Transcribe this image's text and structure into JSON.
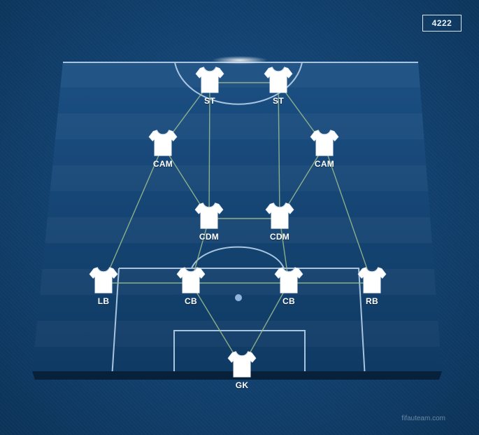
{
  "formation": "4222",
  "watermark": "fifauteam.com",
  "colors": {
    "background": "#113f6c",
    "pitch_dark": "#0f3a63",
    "pitch_light": "#17477a",
    "lines": "#a8c4de",
    "links": "#9fbf8e",
    "shirt": "#ffffff"
  },
  "players": [
    {
      "id": "st_left",
      "position": "ST"
    },
    {
      "id": "st_right",
      "position": "ST"
    },
    {
      "id": "cam_left",
      "position": "CAM"
    },
    {
      "id": "cam_right",
      "position": "CAM"
    },
    {
      "id": "cdm_left",
      "position": "CDM"
    },
    {
      "id": "cdm_right",
      "position": "CDM"
    },
    {
      "id": "lb",
      "position": "LB"
    },
    {
      "id": "cb_left",
      "position": "CB"
    },
    {
      "id": "cb_right",
      "position": "CB"
    },
    {
      "id": "rb",
      "position": "RB"
    },
    {
      "id": "gk",
      "position": "GK"
    }
  ],
  "links": [
    [
      "st_left",
      "st_right"
    ],
    [
      "st_left",
      "cam_left"
    ],
    [
      "st_left",
      "cdm_left"
    ],
    [
      "st_right",
      "cam_right"
    ],
    [
      "st_right",
      "cdm_right"
    ],
    [
      "cam_left",
      "cdm_left"
    ],
    [
      "cam_left",
      "lb"
    ],
    [
      "cam_right",
      "cdm_right"
    ],
    [
      "cam_right",
      "rb"
    ],
    [
      "cdm_left",
      "cdm_right"
    ],
    [
      "cdm_left",
      "cb_left"
    ],
    [
      "cdm_right",
      "cb_right"
    ],
    [
      "lb",
      "cb_left"
    ],
    [
      "cb_left",
      "cb_right"
    ],
    [
      "cb_right",
      "rb"
    ],
    [
      "cb_left",
      "gk"
    ],
    [
      "cb_right",
      "gk"
    ]
  ]
}
